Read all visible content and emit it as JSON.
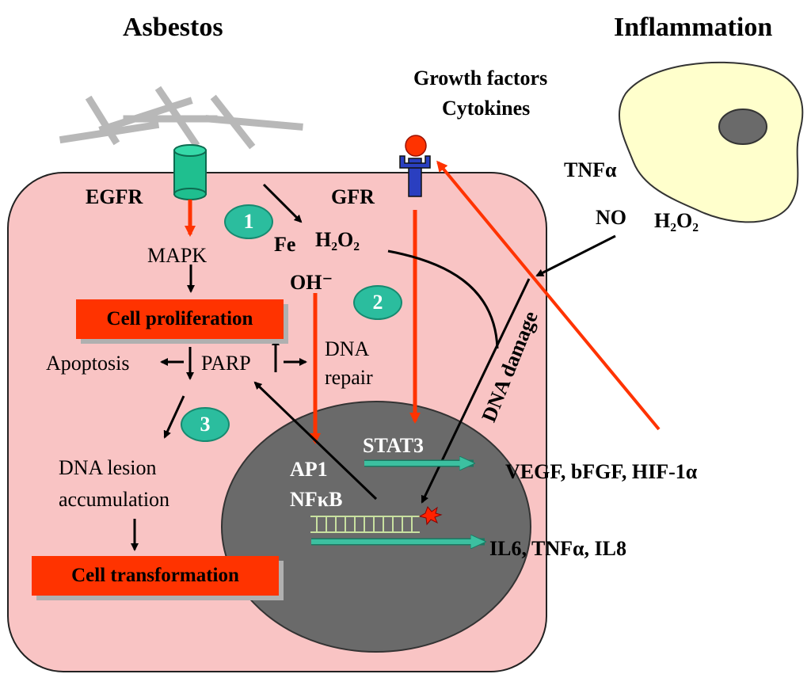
{
  "header": {
    "left_title": "Asbestos",
    "right_title": "Inflammation"
  },
  "labels": {
    "growth_factors": "Growth factors",
    "cytokines": "Cytokines",
    "egfr": "EGFR",
    "gfr": "GFR",
    "tnfa_top": "TNFα",
    "no": "NO",
    "h2o2_right": "H₂O₂",
    "fe": "Fe",
    "h2o2": "H₂O₂",
    "mapk": "MAPK",
    "oh": "OH⁻",
    "apoptosis": "Apoptosis",
    "parp": "PARP",
    "dna_repair_1": "DNA",
    "dna_repair_2": "repair",
    "dna_lesion_1": "DNA lesion",
    "dna_lesion_2": "accumulation",
    "stat3": "STAT3",
    "ap1": "AP1",
    "nfkb": "NFκB",
    "dna_damage": "DNA damage",
    "vegf": "VEGF, bFGF, HIF-1α",
    "il6": "IL6, TNFα, IL8"
  },
  "boxes": {
    "cell_proliferation": "Cell proliferation",
    "cell_transformation": "Cell transformation"
  },
  "badges": {
    "one": "1",
    "two": "2",
    "three": "3"
  },
  "colors": {
    "cell": "#f9c4c4",
    "nucleus": "#6a6a6a",
    "inflammatory_cell": "#ffffcc",
    "receptor_egfr": "#1fbf8f",
    "receptor_gfr": "#2a3fc0",
    "signal_arrow": "#ff3300",
    "transcription_arrow": "#3cc0a0",
    "fiber": "#b8b8b8",
    "box": "#ff3300",
    "badge": "#2bbd9e"
  }
}
